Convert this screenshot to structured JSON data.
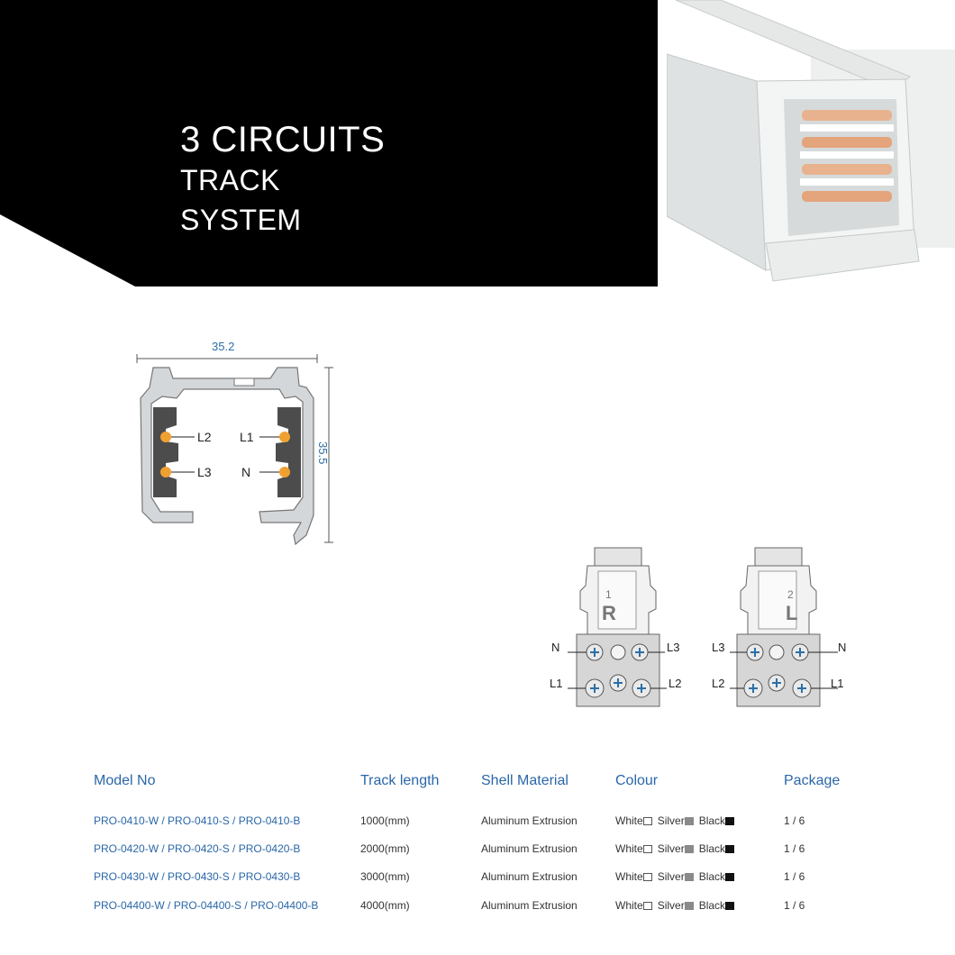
{
  "header": {
    "title_main": "3 CIRCUITS",
    "title_line2": "TRACK",
    "title_line3": "SYSTEM"
  },
  "profile": {
    "width_label": "35.2",
    "height_label": "35.5",
    "wires": {
      "l2": "L2",
      "l3": "L3",
      "l1": "L1",
      "n": "N"
    }
  },
  "connectors": {
    "right": {
      "marker": "R",
      "number": "1",
      "left_top": "N",
      "right_top": "L3",
      "left_bottom": "L1",
      "right_bottom": "L2"
    },
    "left": {
      "marker": "L",
      "number": "2",
      "left_top": "L3",
      "right_top": "N",
      "left_bottom": "L2",
      "right_bottom": "L1"
    }
  },
  "table": {
    "headers": {
      "model": "Model   No",
      "length": "Track length",
      "material": "Shell Material",
      "colour": "Colour",
      "package": "Package"
    },
    "colour_options": {
      "white": "White",
      "silver": "Silver",
      "black": "Black"
    },
    "rows": [
      {
        "model": "PRO-0410-W / PRO-0410-S / PRO-0410-B",
        "length": "1000(mm)",
        "material": "Aluminum Extrusion",
        "package": "1 / 6"
      },
      {
        "model": "PRO-0420-W / PRO-0420-S / PRO-0420-B",
        "length": "2000(mm)",
        "material": "Aluminum Extrusion",
        "package": "1 / 6"
      },
      {
        "model": "PRO-0430-W / PRO-0430-S / PRO-0430-B",
        "length": "3000(mm)",
        "material": "Aluminum Extrusion",
        "package": "1 / 6"
      },
      {
        "model": "PRO-04400-W / PRO-04400-S / PRO-04400-B",
        "length": "4000(mm)",
        "material": "Aluminum Extrusion",
        "package": "1 / 6"
      }
    ]
  },
  "colors": {
    "banner": "#000000",
    "accent_blue": "#2a67a8",
    "conductor_orange": "#f0a030"
  }
}
